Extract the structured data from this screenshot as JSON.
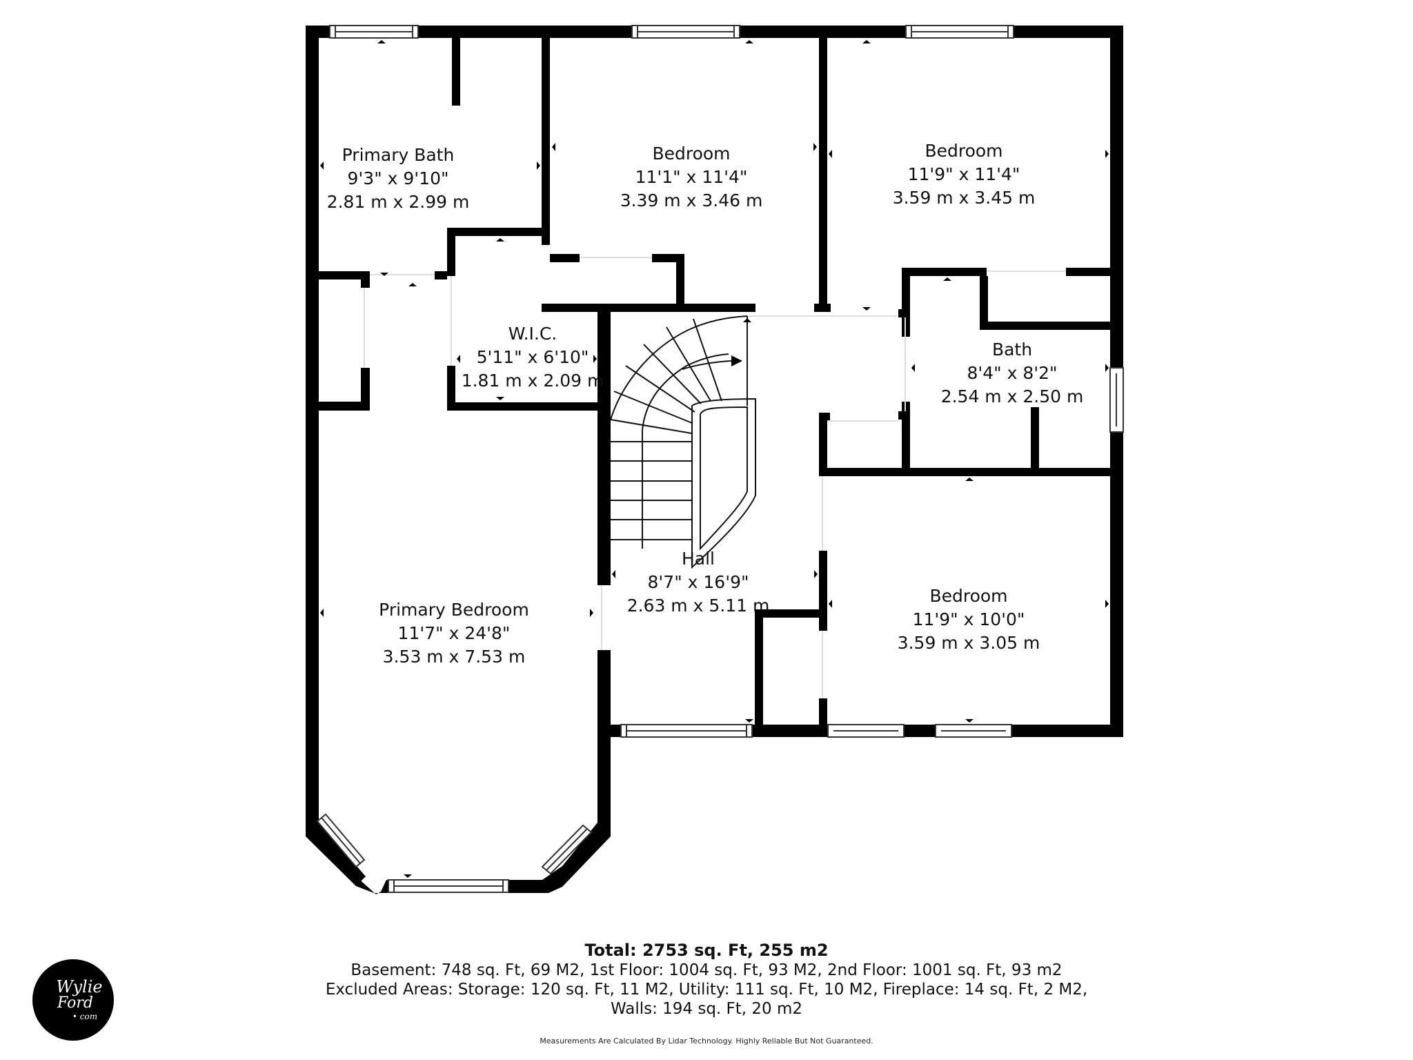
{
  "floor_plan": {
    "rooms": [
      {
        "id": "primary-bath",
        "name": "Primary Bath",
        "dim_ft": "9'3\" x 9'10\"",
        "dim_m": "2.81 m x 2.99 m"
      },
      {
        "id": "bedroom-1",
        "name": "Bedroom",
        "dim_ft": "11'1\" x 11'4\"",
        "dim_m": "3.39 m x 3.46 m"
      },
      {
        "id": "bedroom-2",
        "name": "Bedroom",
        "dim_ft": "11'9\" x 11'4\"",
        "dim_m": "3.59 m x 3.45 m"
      },
      {
        "id": "wic",
        "name": "W.I.C.",
        "dim_ft": "5'11\" x 6'10\"",
        "dim_m": "1.81 m x 2.09 m"
      },
      {
        "id": "bath",
        "name": "Bath",
        "dim_ft": "8'4\" x 8'2\"",
        "dim_m": "2.54 m x 2.50 m"
      },
      {
        "id": "hall",
        "name": "Hall",
        "dim_ft": "8'7\" x 16'9\"",
        "dim_m": "2.63 m x 5.11 m"
      },
      {
        "id": "primary-bedroom",
        "name": "Primary Bedroom",
        "dim_ft": "11'7\" x 24'8\"",
        "dim_m": "3.53 m x 7.53 m"
      },
      {
        "id": "bedroom-3",
        "name": "Bedroom",
        "dim_ft": "11'9\" x 10'0\"",
        "dim_m": "3.59 m x 3.05 m"
      }
    ]
  },
  "summary": {
    "total": "Total: 2753 sq. Ft, 255 m2",
    "floors": "Basement: 748 sq. Ft, 69 M2, 1st Floor: 1004 sq. Ft, 93 M2, 2nd Floor: 1001 sq. Ft, 93 m2",
    "excluded": "Excluded Areas: Storage: 120 sq. Ft, 11 M2, Utility: 111 sq. Ft, 10 M2, Fireplace: 14 sq. Ft, 2 M2,",
    "walls": "Walls: 194 sq. Ft, 20 m2"
  },
  "disclaimer": "Measurements Are Calculated By Lidar Technology. Highly Reliable But Not Guaranteed.",
  "logo": {
    "line1": "Wylie",
    "line2": "Ford",
    "line3": "• com"
  }
}
